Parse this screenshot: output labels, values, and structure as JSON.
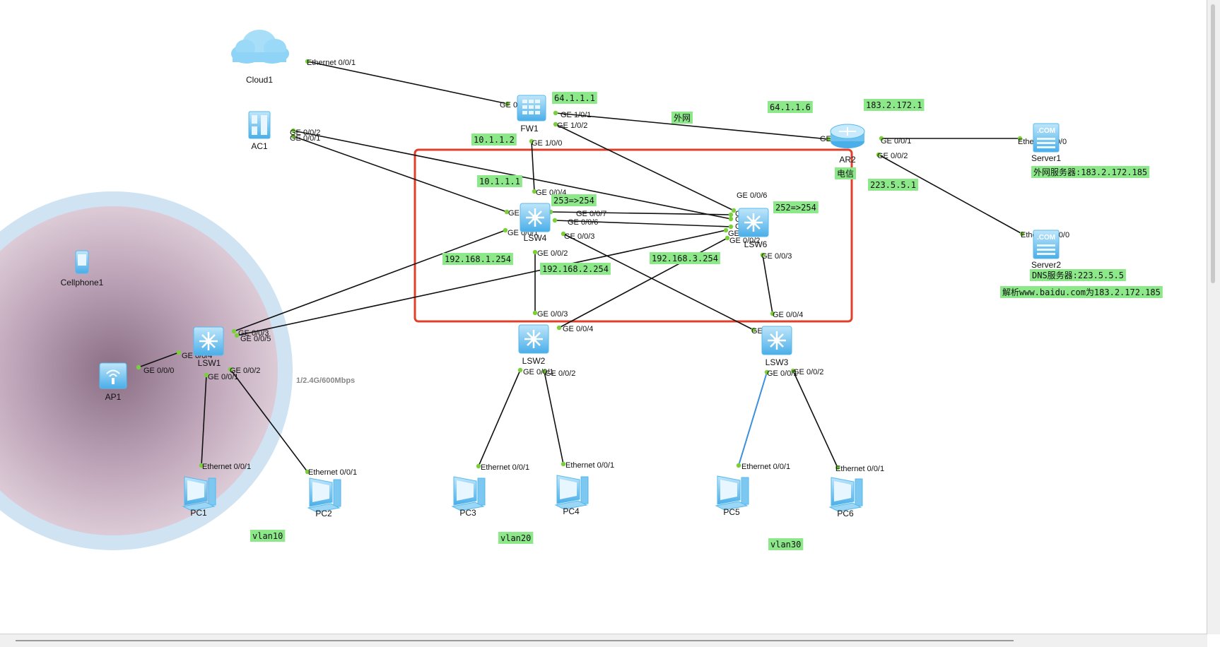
{
  "devices": [
    {
      "id": "Cloud1",
      "label": "Cloud1",
      "icon": "cloud-icon"
    },
    {
      "id": "AC1",
      "label": "AC1",
      "icon": "access-controller-icon"
    },
    {
      "id": "FW1",
      "label": "FW1",
      "icon": "firewall-icon"
    },
    {
      "id": "AR2",
      "label": "AR2",
      "icon": "router-icon"
    },
    {
      "id": "Server1",
      "label": "Server1",
      "icon": "server-icon"
    },
    {
      "id": "Server2",
      "label": "Server2",
      "icon": "server-icon"
    },
    {
      "id": "LSW4",
      "label": "LSW4",
      "icon": "core-switch-icon"
    },
    {
      "id": "LSW6",
      "label": "LSW6",
      "icon": "core-switch-icon"
    },
    {
      "id": "LSW1",
      "label": "LSW1",
      "icon": "switch-icon"
    },
    {
      "id": "LSW2",
      "label": "LSW2",
      "icon": "switch-icon"
    },
    {
      "id": "LSW3",
      "label": "LSW3",
      "icon": "switch-icon"
    },
    {
      "id": "AP1",
      "label": "AP1",
      "icon": "access-point-icon"
    },
    {
      "id": "Cellphone1",
      "label": "Cellphone1",
      "icon": "cellphone-icon"
    },
    {
      "id": "PC1",
      "label": "PC1",
      "icon": "pc-icon"
    },
    {
      "id": "PC2",
      "label": "PC2",
      "icon": "pc-icon"
    },
    {
      "id": "PC3",
      "label": "PC3",
      "icon": "pc-icon"
    },
    {
      "id": "PC4",
      "label": "PC4",
      "icon": "pc-icon"
    },
    {
      "id": "PC5",
      "label": "PC5",
      "icon": "pc-icon"
    },
    {
      "id": "PC6",
      "label": "PC6",
      "icon": "pc-icon"
    }
  ],
  "links": [
    {
      "from": "Cloud1",
      "to": "FW1",
      "from_port": "Ethernet 0/0/1",
      "to_port": "GE 0/0/0"
    },
    {
      "from": "FW1",
      "to": "AR2",
      "from_port": "GE 1/0/1",
      "to_port": "GE 0/0/0"
    },
    {
      "from": "FW1",
      "to": "LSW6",
      "from_port": "GE 1/0/2",
      "to_port": "GE 0/0/6"
    },
    {
      "from": "FW1",
      "to": "LSW4",
      "from_port": "GE 1/0/0",
      "to_port": "GE 0/0/4"
    },
    {
      "from": "AC1",
      "to": "LSW6",
      "from_port": "GE 0/0/2",
      "to_port": "GE 0/0/5"
    },
    {
      "from": "AC1",
      "to": "LSW4",
      "from_port": "GE 0/0/1",
      "to_port": "GE 0/0/5"
    },
    {
      "from": "AR2",
      "to": "Server1",
      "from_port": "GE 0/0/1",
      "to_port": "Ethernet 0/0/0"
    },
    {
      "from": "AR2",
      "to": "Server2",
      "from_port": "GE 0/0/2",
      "to_port": "Ethernet 0/0/0"
    },
    {
      "from": "LSW4",
      "to": "LSW6",
      "from_port": "GE 0/0/7",
      "to_port": "GE 0/0/7"
    },
    {
      "from": "LSW4",
      "to": "LSW6",
      "from_port": "GE 0/0/6",
      "to_port": "GE 0/0/4"
    },
    {
      "from": "LSW4",
      "to": "LSW1",
      "from_port": "GE 0/0/1",
      "to_port": "GE 0/0/3"
    },
    {
      "from": "LSW4",
      "to": "LSW2",
      "from_port": "GE 0/0/2",
      "to_port": "GE 0/0/3"
    },
    {
      "from": "LSW4",
      "to": "LSW3",
      "from_port": "GE 0/0/3",
      "to_port": "GE 0/0/3"
    },
    {
      "from": "LSW6",
      "to": "LSW1",
      "from_port": "GE 0/0/1",
      "to_port": "GE 0/0/5"
    },
    {
      "from": "LSW6",
      "to": "LSW2",
      "from_port": "GE 0/0/2",
      "to_port": "GE 0/0/4"
    },
    {
      "from": "LSW6",
      "to": "LSW3",
      "from_port": "GE 0/0/3",
      "to_port": "GE 0/0/4"
    },
    {
      "from": "LSW1",
      "to": "AP1",
      "from_port": "GE 0/0/4",
      "to_port": "GE 0/0/0"
    },
    {
      "from": "LSW1",
      "to": "PC1",
      "from_port": "GE 0/0/1",
      "to_port": "Ethernet 0/0/1"
    },
    {
      "from": "LSW1",
      "to": "PC2",
      "from_port": "GE 0/0/2",
      "to_port": "Ethernet 0/0/1"
    },
    {
      "from": "LSW2",
      "to": "PC3",
      "from_port": "GE 0/0/1",
      "to_port": "Ethernet 0/0/1"
    },
    {
      "from": "LSW2",
      "to": "PC4",
      "from_port": "GE 0/0/2",
      "to_port": "Ethernet 0/0/1"
    },
    {
      "from": "LSW3",
      "to": "PC5",
      "from_port": "GE 0/0/1",
      "to_port": "Ethernet 0/0/1",
      "style": "wifi"
    },
    {
      "from": "LSW3",
      "to": "PC6",
      "from_port": "GE 0/0/2",
      "to_port": "Ethernet 0/0/1"
    }
  ],
  "tags": [
    {
      "id": "fw-outside-ip",
      "text": "64.1.1.1"
    },
    {
      "id": "fw-inside-ip",
      "text": "10.1.1.2"
    },
    {
      "id": "lsw4-uplink-ip",
      "text": "10.1.1.1"
    },
    {
      "id": "wan-label",
      "text": "外网"
    },
    {
      "id": "ar2-wan-ip",
      "text": "64.1.1.6"
    },
    {
      "id": "ar2-server-ip",
      "text": "183.2.172.1"
    },
    {
      "id": "isp-label",
      "text": "电信"
    },
    {
      "id": "ar2-dns-ip",
      "text": "223.5.5.1"
    },
    {
      "id": "server1-desc",
      "text": "外网服务器:183.2.172.185"
    },
    {
      "id": "server2-desc",
      "text": "DNS服务器:223.5.5.5"
    },
    {
      "id": "dns-resolve-desc",
      "text": "解析www.baidu.com为183.2.172.185"
    },
    {
      "id": "lsw4-priority",
      "text": "253=>254"
    },
    {
      "id": "lsw6-priority",
      "text": "252=>254"
    },
    {
      "id": "vlan10-gateway",
      "text": "192.168.1.254"
    },
    {
      "id": "vlan20-gateway",
      "text": "192.168.2.254"
    },
    {
      "id": "vlan30-gateway",
      "text": "192.168.3.254"
    },
    {
      "id": "vlan10-label",
      "text": "vlan10"
    },
    {
      "id": "vlan20-label",
      "text": "vlan20"
    },
    {
      "id": "vlan30-label",
      "text": "vlan30"
    }
  ],
  "wifi": {
    "rate_label": "1/2.4G/600Mbps"
  },
  "colors": {
    "tag_bg": "#8de88a",
    "port_dot": "#7ccf3c",
    "highlight_box": "#e0402a",
    "wifi_outer": "#cfe3f3",
    "wifi_inner": "#d7c3d2",
    "device_blue": "#56b9ee"
  }
}
